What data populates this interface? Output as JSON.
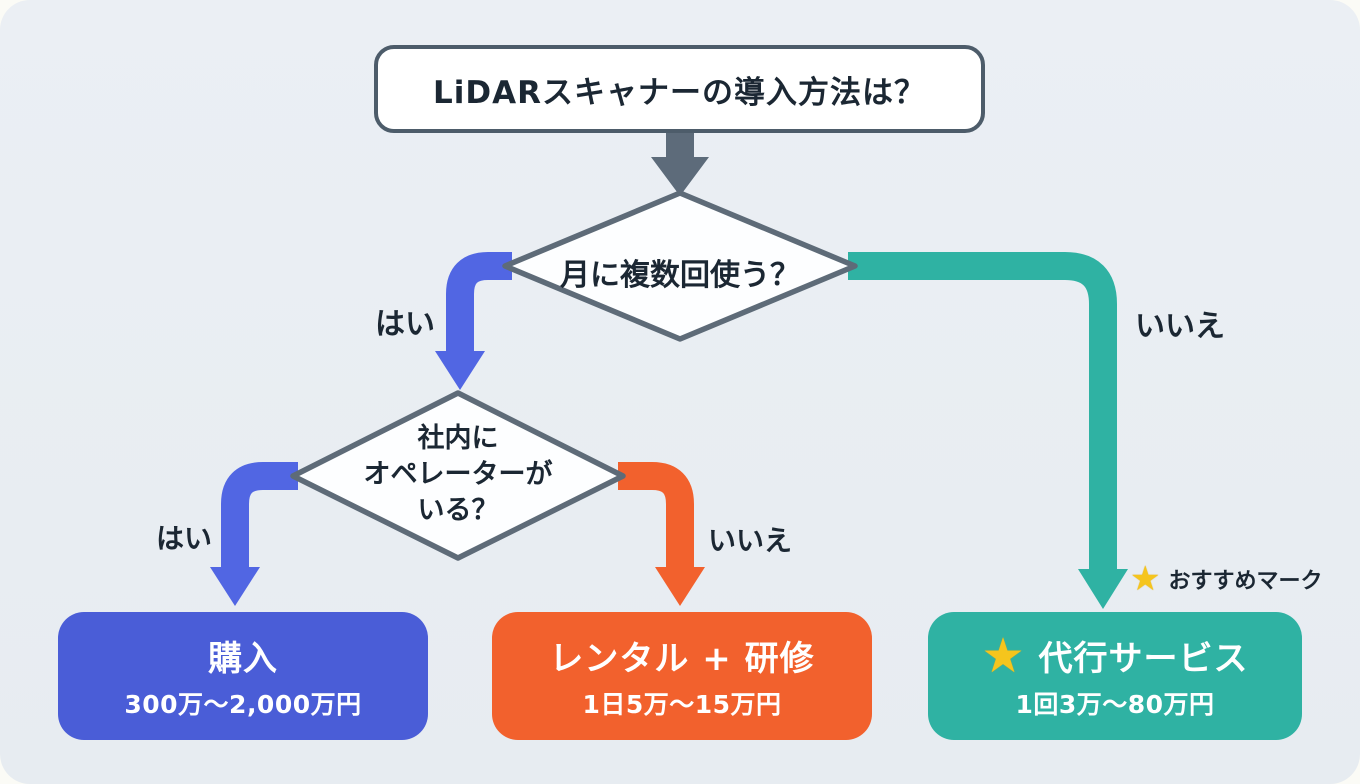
{
  "colors": {
    "canvas_outer": "#fbfbf6",
    "panel_bg": "#e9edf2",
    "node_fill": "#fdfeff",
    "node_border": "#5e6b78",
    "title_border": "#4d5c6a",
    "text_dark": "#1b2733",
    "gray_arrow": "#5d6b7a",
    "blue": "#4a5dd7",
    "blue_arrow": "#5166e3",
    "orange": "#f2612d",
    "teal": "#2fb2a3",
    "star_yellow": "#f5c51d",
    "white_text": "#ffffff"
  },
  "flowchart": {
    "title": "LiDARスキャナーの導入方法は？",
    "decision_usage": {
      "question": "月に複数回使う？"
    },
    "decision_operator": {
      "lines": [
        "社内に",
        "オペレーターが",
        "いる？"
      ]
    },
    "labels": {
      "usage_yes": "はい",
      "usage_no": "いいえ",
      "operator_yes": "はい",
      "operator_no": "いいえ"
    },
    "recommend_note": {
      "star": "★",
      "text": "おすすめマーク"
    },
    "outcomes": {
      "purchase": {
        "label": "購入",
        "price": "300万〜2,000万円"
      },
      "rental": {
        "label": "レンタル + 研修",
        "price": "1日5万〜15万円"
      },
      "agency": {
        "star": "★",
        "label": "代行サービス",
        "price": "1回3万〜80万円"
      }
    }
  }
}
